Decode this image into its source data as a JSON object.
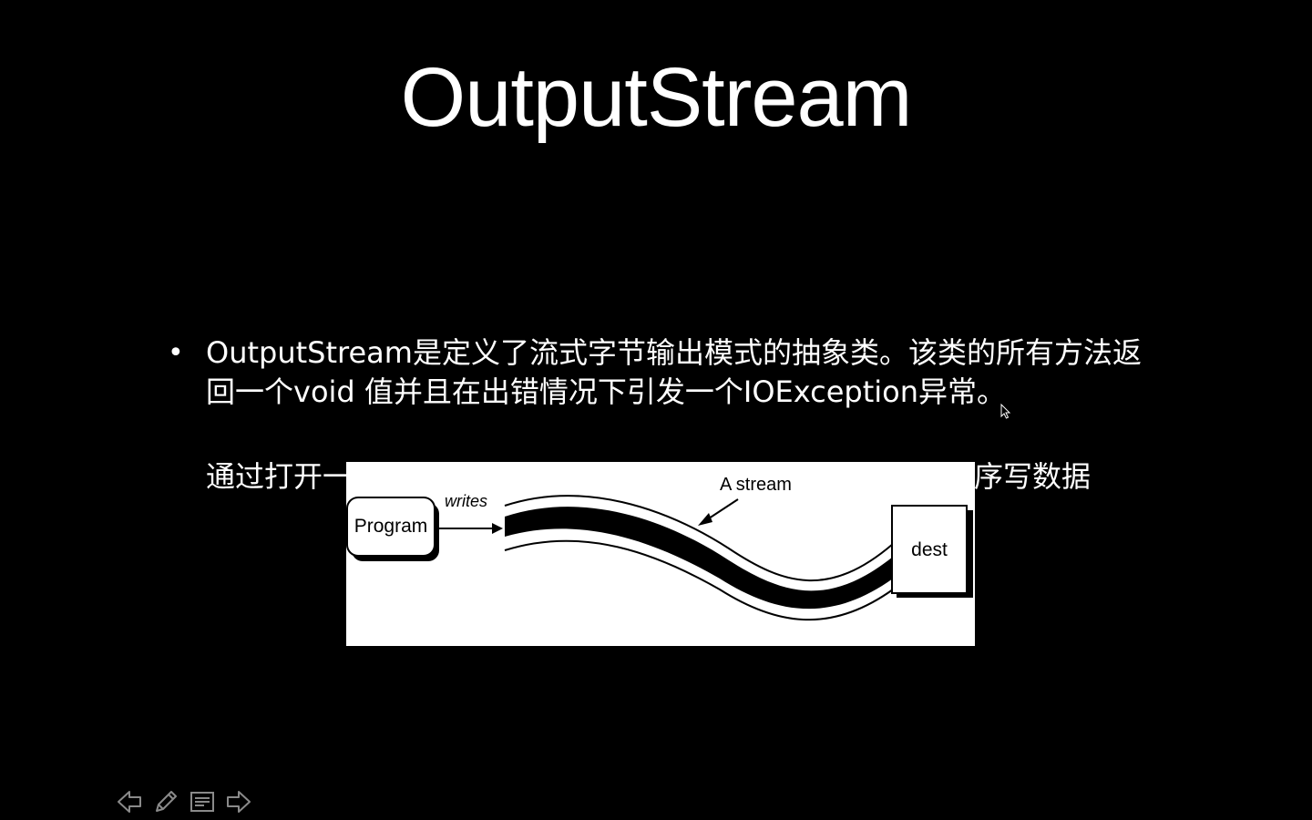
{
  "slide": {
    "title": "OutputStream",
    "bullets": [
      {
        "marker": "•",
        "text": "OutputStream是定义了流式字节输出模式的抽象类。该类的所有方法返回一个void 值并且在出错情况下引发一个IOException异常。"
      },
      {
        "marker": "•",
        "text_before": "通过打开一",
        "text_after": "序写数据"
      }
    ]
  },
  "diagram": {
    "program_label": "Program",
    "writes_label": "writes",
    "stream_label": "A stream",
    "dest_label": "dest"
  },
  "toolbar": {
    "items": [
      {
        "name": "previous-slide-button",
        "icon": "arrow-left-icon"
      },
      {
        "name": "pen-button",
        "icon": "pencil-icon"
      },
      {
        "name": "notes-button",
        "icon": "notes-icon"
      },
      {
        "name": "next-slide-button",
        "icon": "arrow-right-icon"
      }
    ]
  },
  "colors": {
    "background": "#000000",
    "text": "#ffffff",
    "toolbar_icon": "#8a8a8a"
  }
}
